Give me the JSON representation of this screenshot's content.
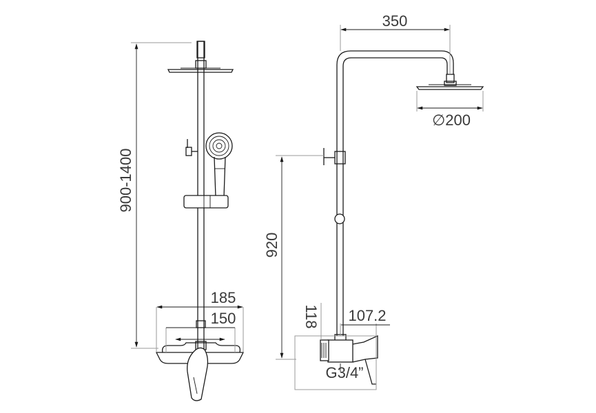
{
  "dimensions": {
    "height_range": "900-1400",
    "body_width": "185",
    "inlet_spacing": "150",
    "arm_length": "350",
    "head_diameter": "∅200",
    "valve_height": "920",
    "valve_depth": "118",
    "wall_offset": "107.2",
    "inlet_thread": "G3/4”"
  }
}
